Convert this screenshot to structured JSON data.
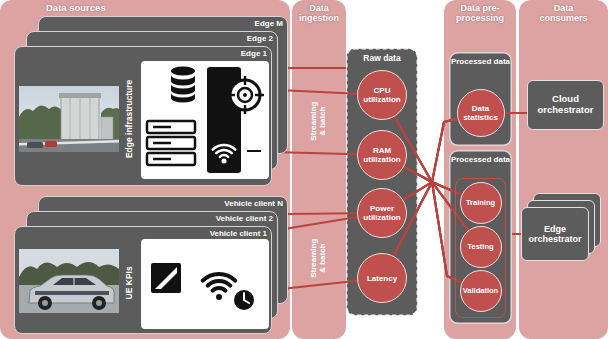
{
  "diagram": {
    "nodes": [
      {
        "text": [
          "Data sources"
        ]
      },
      {
        "text": [
          "Edge M"
        ],
        "in": 0
      },
      {
        "text": [
          "Edge 2"
        ],
        "in": 0
      },
      {
        "text": [
          "Edge 1",
          "Edge infrastructure"
        ],
        "in": 0
      },
      {
        "text": [
          "Vehicle client N"
        ],
        "in": 0
      },
      {
        "text": [
          "Vehicle client 2"
        ],
        "in": 0
      },
      {
        "text": [
          "Vehicle client 1",
          "UE KPIs"
        ],
        "in": 0
      },
      {
        "text": [
          "Data ingestion",
          "Streaming & batch",
          "Streaming & batch"
        ]
      },
      {
        "text": [
          "Raw data"
        ]
      },
      {
        "text": [
          "CPU utilization"
        ],
        "in": 8
      },
      {
        "text": [
          "RAM utilization"
        ],
        "in": 8
      },
      {
        "text": [
          "Power utilization"
        ],
        "in": 8
      },
      {
        "text": [
          "Latency"
        ],
        "in": 8
      },
      {
        "text": [
          "Data pre-processing"
        ]
      },
      {
        "text": [
          "Processed data"
        ],
        "in": 13
      },
      {
        "text": [
          "Data statistics"
        ],
        "in": 14
      },
      {
        "text": [
          "Processed data"
        ],
        "in": 13
      },
      {
        "text": [
          "Training"
        ],
        "in": 16
      },
      {
        "text": [
          "Testing"
        ],
        "in": 16
      },
      {
        "text": [
          "Validation"
        ],
        "in": 16
      },
      {
        "text": [
          "Data consumers"
        ]
      },
      {
        "text": [
          "Cloud orchestrator"
        ],
        "in": 20
      },
      {
        "text": [
          "Edge orchestrator"
        ],
        "in": 20
      }
    ],
    "edges": [
      {
        "from": 1,
        "to": 8,
        "arrow": "none"
      },
      {
        "from": 2,
        "to": 9,
        "arrow": "none"
      },
      {
        "from": 3,
        "to": 10,
        "arrow": "none"
      },
      {
        "from": 4,
        "to": 11,
        "arrow": "none"
      },
      {
        "from": 5,
        "to": 11,
        "arrow": "none"
      },
      {
        "from": 6,
        "to": 12,
        "arrow": "none"
      },
      {
        "from": 9,
        "to": 15,
        "arrow": "none"
      },
      {
        "from": 9,
        "to": 17,
        "arrow": "none"
      },
      {
        "from": 9,
        "to": 18,
        "arrow": "none"
      },
      {
        "from": 9,
        "to": 19,
        "arrow": "none"
      },
      {
        "from": 10,
        "to": 15,
        "arrow": "none"
      },
      {
        "from": 10,
        "to": 17,
        "arrow": "none"
      },
      {
        "from": 10,
        "to": 18,
        "arrow": "none"
      },
      {
        "from": 10,
        "to": 19,
        "arrow": "none"
      },
      {
        "from": 11,
        "to": 15,
        "arrow": "none"
      },
      {
        "from": 11,
        "to": 17,
        "arrow": "none"
      },
      {
        "from": 11,
        "to": 18,
        "arrow": "none"
      },
      {
        "from": 11,
        "to": 19,
        "arrow": "none"
      },
      {
        "from": 12,
        "to": 15,
        "arrow": "none"
      },
      {
        "from": 12,
        "to": 17,
        "arrow": "none"
      },
      {
        "from": 12,
        "to": 18,
        "arrow": "none"
      },
      {
        "from": 12,
        "to": 19,
        "arrow": "none"
      },
      {
        "from": 15,
        "to": 21,
        "arrow": "none"
      },
      {
        "from": 16,
        "to": 22,
        "arrow": "none"
      }
    ]
  }
}
